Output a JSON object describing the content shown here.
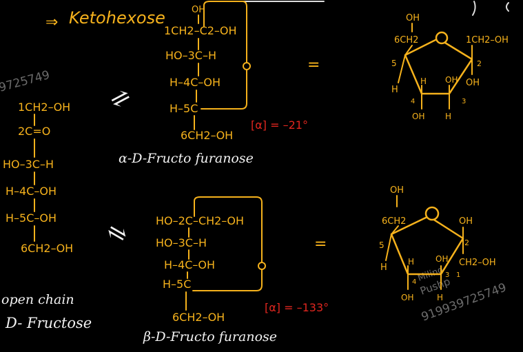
{
  "header": {
    "arrow": "⇒",
    "title": "Ketohexose"
  },
  "open_chain": {
    "rows": [
      "1CH2–OH",
      "2C=O",
      "HO–3C–H",
      "H–4C–OH",
      "H–5C–OH",
      "6CH2–OH"
    ],
    "caption_line1": "open chain",
    "caption_line2": "D- Fructose"
  },
  "alpha": {
    "top_oh": "OH",
    "rows": [
      "1CH2–C2–OH",
      "HO–3C–H",
      "H–4C–OH",
      "H–5C",
      "6CH2–OH"
    ],
    "ring_o": "O",
    "rotation": "[α] = –21°",
    "name": "α-D-Fructo furanose",
    "equals": "=",
    "haworth": {
      "c6_oh": "OH",
      "c6": "6CH2",
      "c5": "5",
      "ring_o": "O",
      "c1": "1CH2–OH",
      "c2": "2",
      "c2_oh": "OH",
      "h_left": "H",
      "h_mid": "H",
      "oh_mid": "OH",
      "c3": "3",
      "c4": "4",
      "oh_bottom": "OH",
      "h_bottom": "H"
    }
  },
  "beta": {
    "rows": [
      "HO–2C–CH2–OH",
      "HO–3C–H",
      "H–4C–OH",
      "H–5C",
      "6CH2–OH"
    ],
    "ring_o": "O",
    "rotation": "[α] = –133°",
    "name": "β-D-Fructo furanose",
    "equals": "=",
    "haworth": {
      "c6_oh": "OH",
      "c6": "6CH2",
      "c5": "5",
      "ring_o": "O",
      "c2_oh": "OH",
      "c2": "2",
      "c1": "CH2–OH",
      "c1_num": "1",
      "h_left": "H",
      "h_mid": "H",
      "oh_mid": "OH",
      "c3": "3",
      "c4": "4",
      "oh_bottom": "OH",
      "h_bottom": "H"
    }
  },
  "equilibrium_top": "⇌",
  "equilibrium_bottom": "⇌",
  "watermarks": [
    "9725749",
    "Milind",
    "Pushp",
    "919939725749"
  ]
}
